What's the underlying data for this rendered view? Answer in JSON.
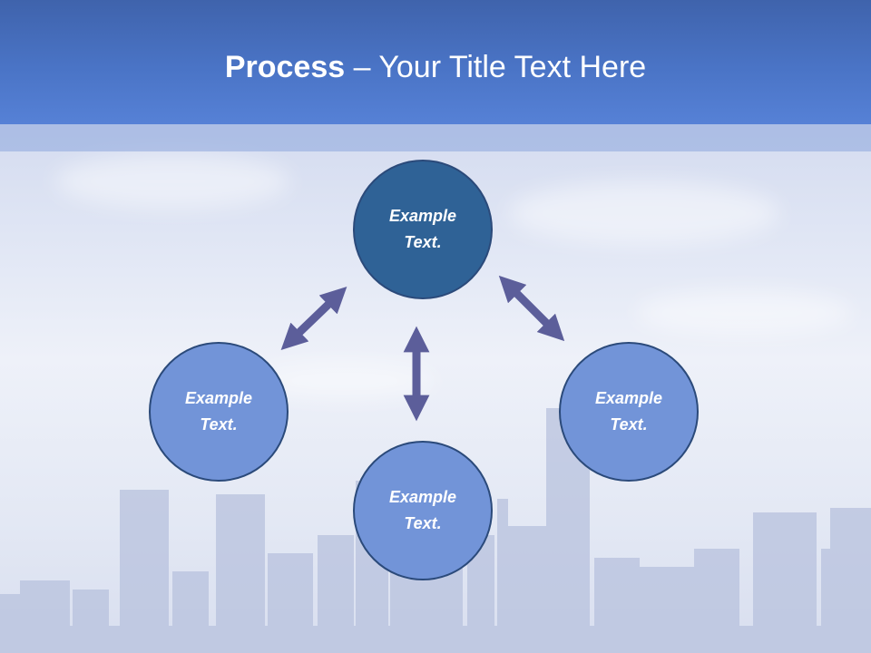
{
  "slide": {
    "title_bold": "Process",
    "title_rest": " – Your Title Text Here"
  },
  "diagram": {
    "nodes": {
      "top": "Example\nText.",
      "left": "Example\nText.",
      "right": "Example\nText.",
      "bottom": "Example\nText."
    }
  },
  "colors": {
    "header": "#4a74c6",
    "node_top_fill": "#2f6296",
    "node_fill": "#7294d8",
    "node_border": "#2b4a7a",
    "arrow": "#5c5e9a"
  }
}
